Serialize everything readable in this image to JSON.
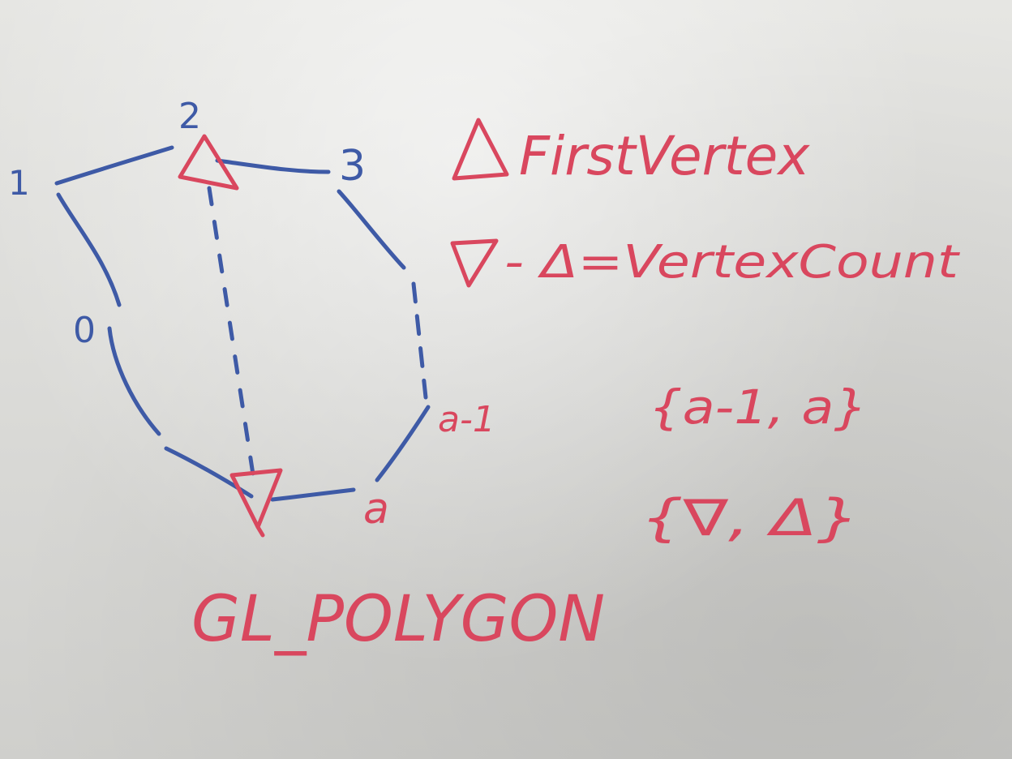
{
  "whiteboard": {
    "vertex_labels": {
      "v0": "0",
      "v1": "1",
      "v2": "2",
      "v3": "3",
      "va_minus_1": "a-1",
      "va": "a"
    },
    "legend": {
      "first_vertex": "FirstVertex",
      "vertex_count": "- Δ=VertexCount"
    },
    "sets": {
      "pair_indices": "{a-1, a}",
      "pair_triangles": "{∇, Δ}"
    },
    "title": "GL_POLYGON",
    "colors": {
      "red_marker": "#d9475e",
      "blue_marker": "#3e5aa6"
    }
  }
}
